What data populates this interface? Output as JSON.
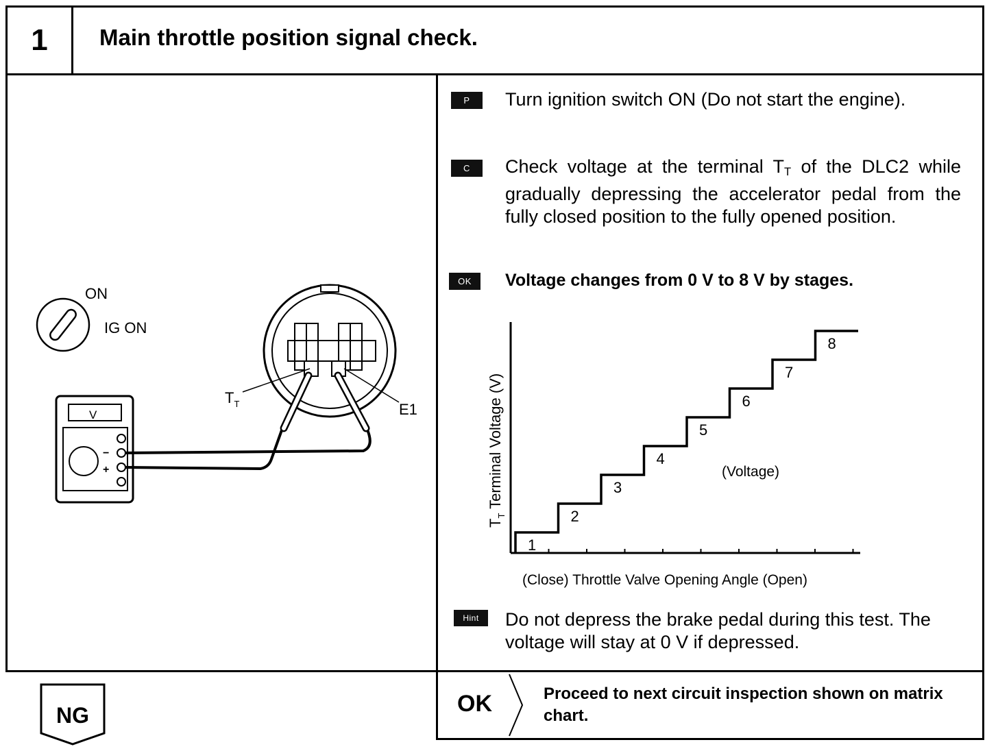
{
  "header": {
    "step_number": "1",
    "title": "Main throttle position signal check."
  },
  "diagram": {
    "ignition_on_label": "ON",
    "ignition_ig_label": "IG ON",
    "meter_label": "V",
    "meter_minus": "−",
    "meter_plus": "+",
    "terminal_tt_main": "T",
    "terminal_tt_sub": "T",
    "terminal_e1": "E1"
  },
  "steps": {
    "prepare": {
      "badge": "P",
      "text": "Turn ignition switch ON (Do not start the engine)."
    },
    "check": {
      "badge": "C",
      "text_before": "Check voltage at the terminal T",
      "text_sub": "T",
      "text_after": " of the DLC2 while gradually depressing the accelerator pedal from the fully closed position to the fully opened position."
    },
    "ok": {
      "badge": "OK",
      "text": "Voltage changes from 0 V to 8 V by stages."
    },
    "hint": {
      "badge": "Hint",
      "text": "Do not depress the brake pedal during this test. The voltage will stay at 0 V if depressed."
    }
  },
  "chart_data": {
    "type": "line",
    "title": "",
    "xlabel": "(Close) Throttle Valve Opening Angle (Open)",
    "ylabel_main": "T",
    "ylabel_sub": "T",
    "ylabel_rest": " Terminal Voltage (V)",
    "annotation": "(Voltage)",
    "stages": [
      "1",
      "2",
      "3",
      "4",
      "5",
      "6",
      "7",
      "8"
    ],
    "values": [
      1,
      2,
      3,
      4,
      5,
      6,
      7,
      8
    ],
    "ylim": [
      0,
      8
    ],
    "grid": false
  },
  "footer": {
    "ng_label": "NG",
    "ok_label": "OK",
    "ok_action": "Proceed to next circuit inspection shown on matrix chart."
  }
}
